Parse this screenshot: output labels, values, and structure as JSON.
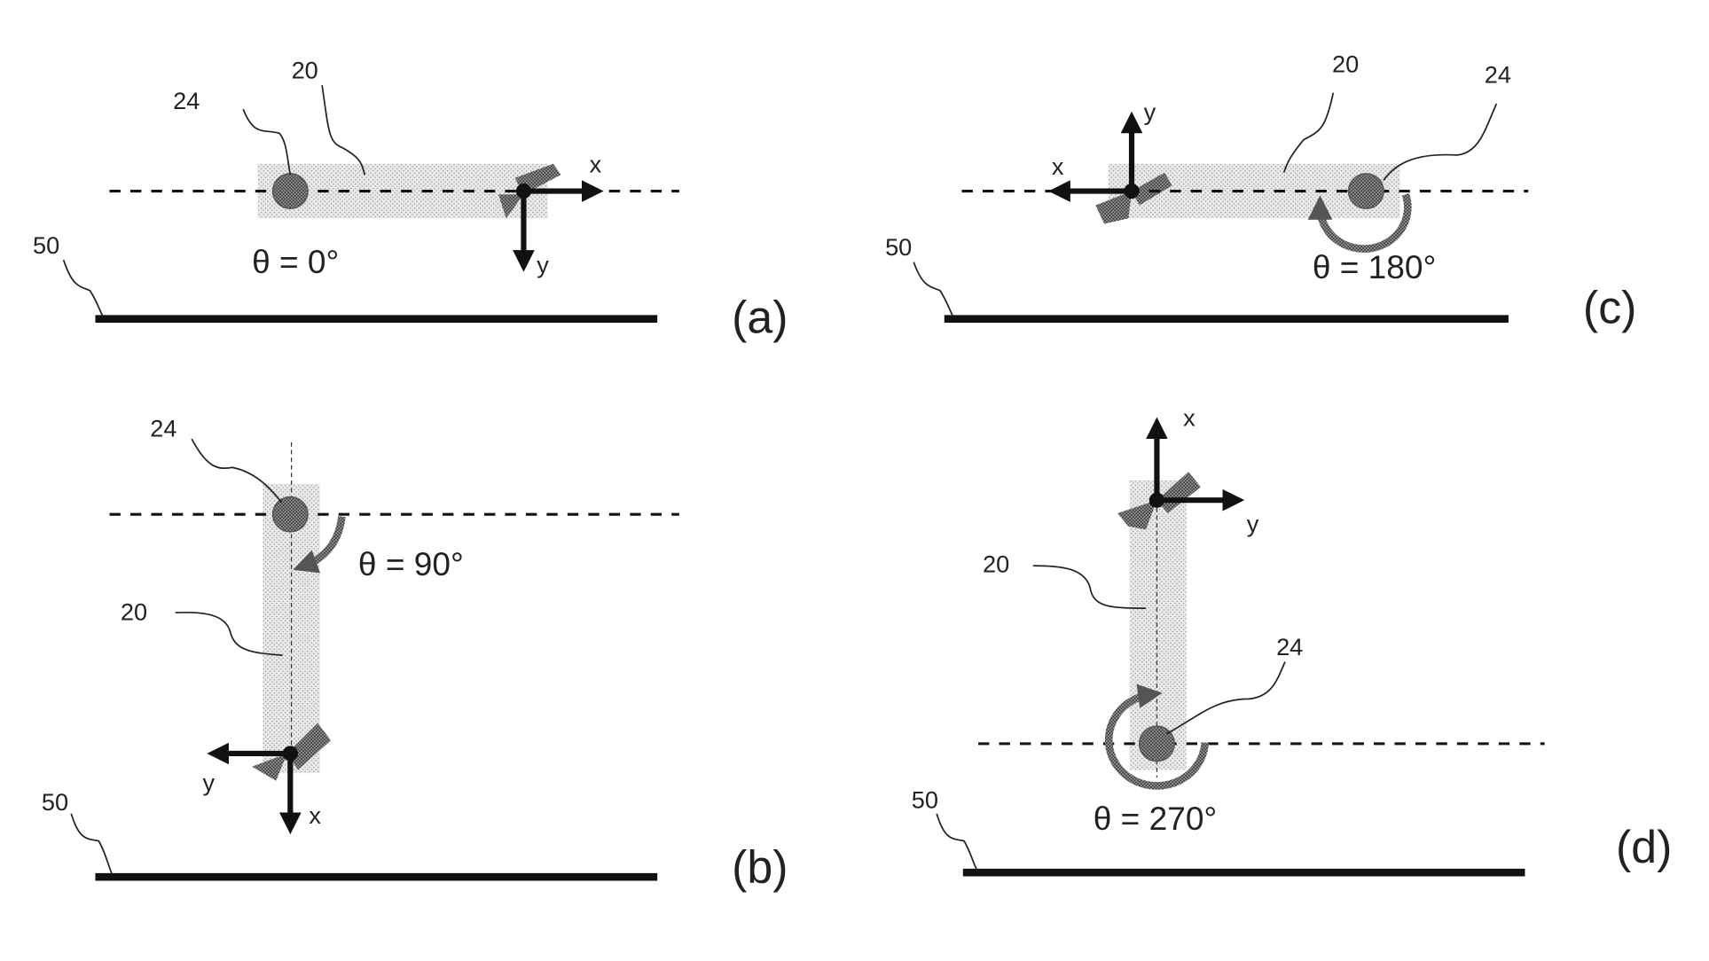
{
  "figure": {
    "panels": [
      {
        "id": "a",
        "label": "(a)",
        "angle_text": "θ = 0°",
        "angle_deg": 0,
        "refs": {
          "body": "20",
          "pivot": "24",
          "base": "50"
        },
        "axes": {
          "x": "x",
          "y": "y"
        }
      },
      {
        "id": "b",
        "label": "(b)",
        "angle_text": "θ = 90°",
        "angle_deg": 90,
        "refs": {
          "body": "20",
          "pivot": "24",
          "base": "50"
        },
        "axes": {
          "x": "x",
          "y": "y"
        }
      },
      {
        "id": "c",
        "label": "(c)",
        "angle_text": "θ = 180°",
        "angle_deg": 180,
        "refs": {
          "body": "20",
          "pivot": "24",
          "base": "50"
        },
        "axes": {
          "x": "x",
          "y": "y"
        }
      },
      {
        "id": "d",
        "label": "(d)",
        "angle_text": "θ = 270°",
        "angle_deg": 270,
        "refs": {
          "body": "20",
          "pivot": "24",
          "base": "50"
        },
        "axes": {
          "x": "x",
          "y": "y"
        }
      }
    ]
  }
}
